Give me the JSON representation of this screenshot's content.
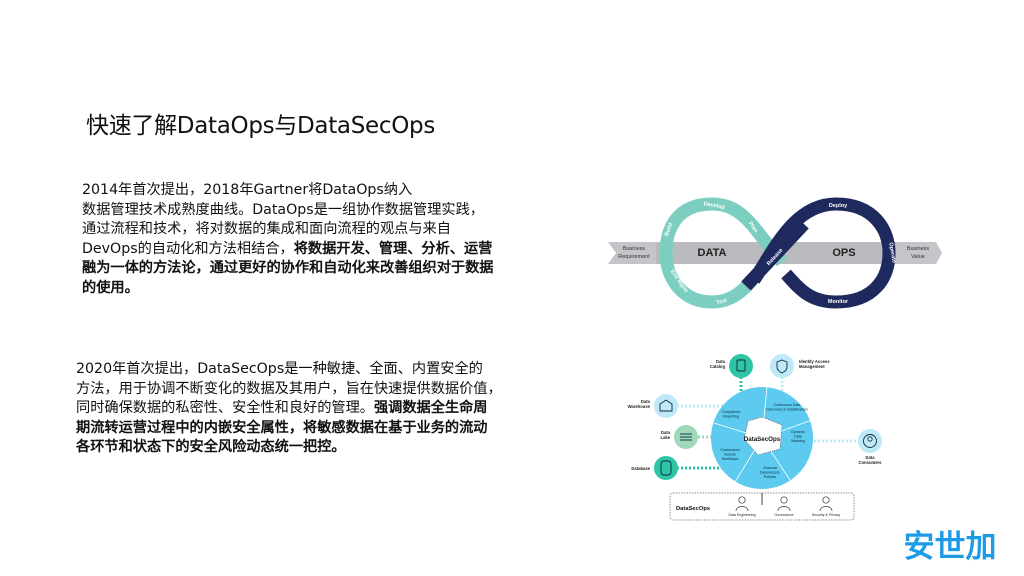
{
  "slide": {
    "title": "快速了解DataOps与DataSecOps",
    "dataops_paragraph": {
      "lines": [
        {
          "normal": "2014年首次提出，2018年Gartner将DataOps纳入",
          "bold": ""
        },
        {
          "normal": "数据管理技术成熟度曲线。DataOps是一组协作数据管理实践，",
          "bold": ""
        },
        {
          "normal": "通过流程和技术，将对数据的集成和面向流程的观点与来自",
          "bold": ""
        },
        {
          "normal": "DevOps的自动化和方法相结合，",
          "bold": "将数据开发、管理、分析、运营"
        },
        {
          "normal": "",
          "bold": "融为一体的方法论，通过更好的协作和自动化来改善组织对于数据"
        },
        {
          "normal": "",
          "bold": "的使用。"
        }
      ]
    },
    "datasecops_paragraph": {
      "lines": [
        {
          "normal": "2020年首次提出，DataSecOps是一种敏捷、全面、内置安全的",
          "bold": ""
        },
        {
          "normal": "方法，用于协调不断变化的数据及其用户，旨在快速提供数据价值，",
          "bold": ""
        },
        {
          "normal": "同时确保数据的私密性、安全性和良好的管理。",
          "bold": "强调数据全生命周"
        },
        {
          "normal": "",
          "bold": "期流转运营过程中的内嵌安全属性，将敏感数据在基于业务的流动"
        },
        {
          "normal": "",
          "bold": "各环节和状态下的安全风险动态统一把控。"
        }
      ]
    }
  },
  "dataops_diagram": {
    "left_input": [
      "Business",
      "Requirement"
    ],
    "right_output": [
      "Business",
      "Value"
    ],
    "data_label": "DATA",
    "ops_label": "OPS",
    "data_stages": [
      "Develop",
      "Plan",
      "Build",
      "Env Mgmt",
      "Test"
    ],
    "crossover_stage": "Release",
    "ops_stages": [
      "Deploy",
      "Operate",
      "Monitor"
    ],
    "colors": {
      "data": "#7ccfc0",
      "ops": "#1e2a5e",
      "band": "#b9babd"
    }
  },
  "datasecops_diagram": {
    "center_label": "DataSecOps",
    "segments": [
      [
        "Continuous Data",
        "Discovery & Classification"
      ],
      [
        "Dynamic",
        "Data",
        "Masking"
      ],
      [
        "Granular",
        "Data Access",
        "Policies"
      ],
      [
        "Customized",
        "Access",
        "Workflows"
      ],
      [
        "Compliance",
        "Reporting"
      ]
    ],
    "nodes": {
      "data_catalog": [
        "Data",
        "Catalog"
      ],
      "identity_access": [
        "Identity Access",
        "Management"
      ],
      "data_warehouse": [
        "Data",
        "Warehouse"
      ],
      "data_lake": [
        "Data",
        "Lake"
      ],
      "database": [
        "Database"
      ],
      "data_consumers": [
        "Data",
        "Consumers"
      ]
    },
    "team_box": {
      "label": "DataSecOps",
      "roles": [
        "Data Engineering",
        "Governance",
        "Security & Privacy"
      ]
    },
    "colors": {
      "wheel": "#5ccbef",
      "teal": "#2ec4a5",
      "light_blue": "#bfe9f9",
      "sage": "#9fd8b8"
    }
  },
  "logo": {
    "text": "安世加",
    "color": "#1e9be6"
  }
}
